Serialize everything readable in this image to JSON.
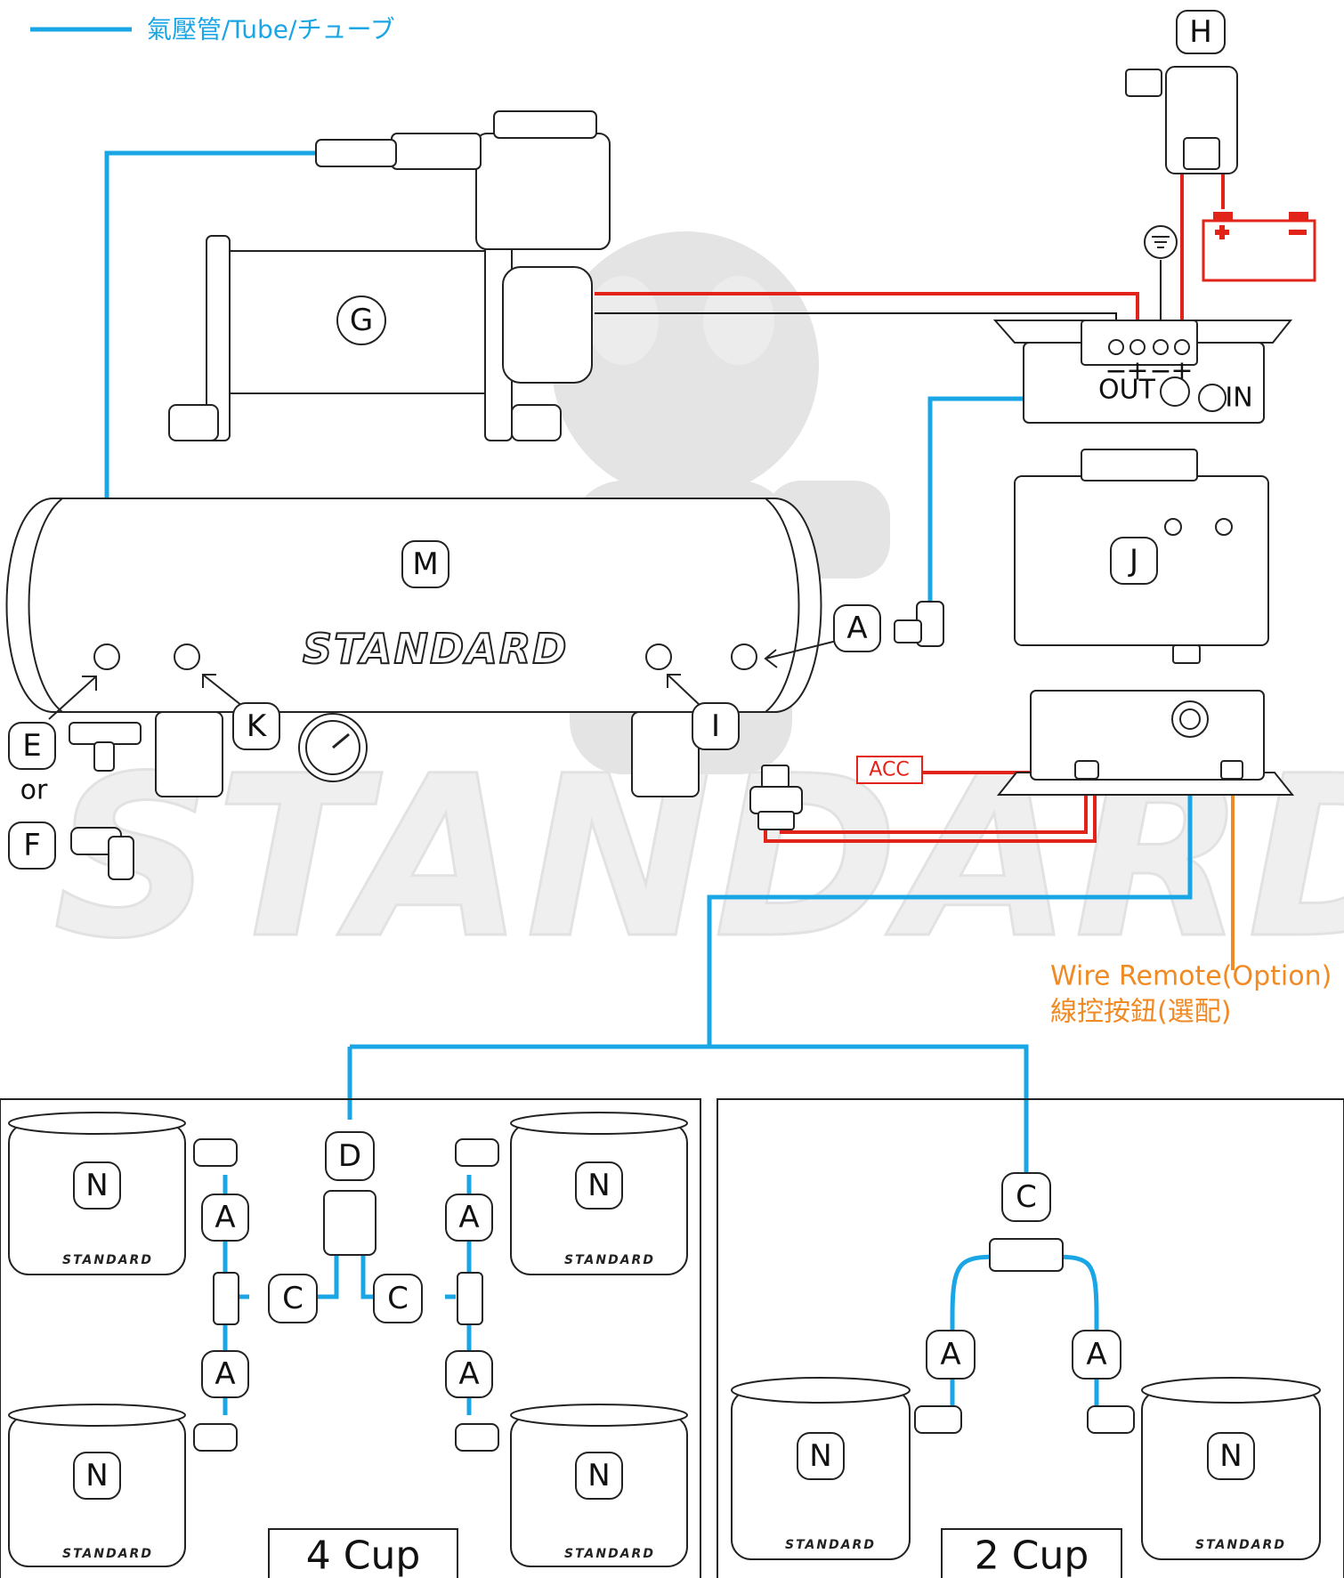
{
  "legend": {
    "tube_label": "氣壓管/Tube/チューブ",
    "tube_color": "#1aa6e4"
  },
  "colors": {
    "positive_wire": "#e2231a",
    "ground_wire": "#111111",
    "remote_wire": "#f08a24",
    "watermark": "#d9d9d9"
  },
  "labels": {
    "compressor": "G",
    "relay": "H",
    "tank": "M",
    "controller": "J",
    "fitting_a": "A",
    "fitting_c": "C",
    "fitting_d": "D",
    "fitting_e": "E",
    "fitting_f": "F",
    "port_i": "I",
    "port_k": "K",
    "cup": "N"
  },
  "texts": {
    "or": "or",
    "acc": "ACC",
    "out": "OUT",
    "in": "IN",
    "minus": "−",
    "plus": "+",
    "remote_en": "Wire Remote(Option)",
    "remote_zh": "線控按鈕(選配)",
    "brand": "STANDARD",
    "four_cup": "4 Cup",
    "two_cup": "2 Cup"
  },
  "icons": [
    "relay-icon",
    "battery-icon",
    "ground-icon",
    "pressure-gauge-icon",
    "pressure-switch-icon",
    "elbow-fitting-icon",
    "tee-fitting-icon",
    "y-fitting-icon",
    "suction-cup-icon"
  ]
}
